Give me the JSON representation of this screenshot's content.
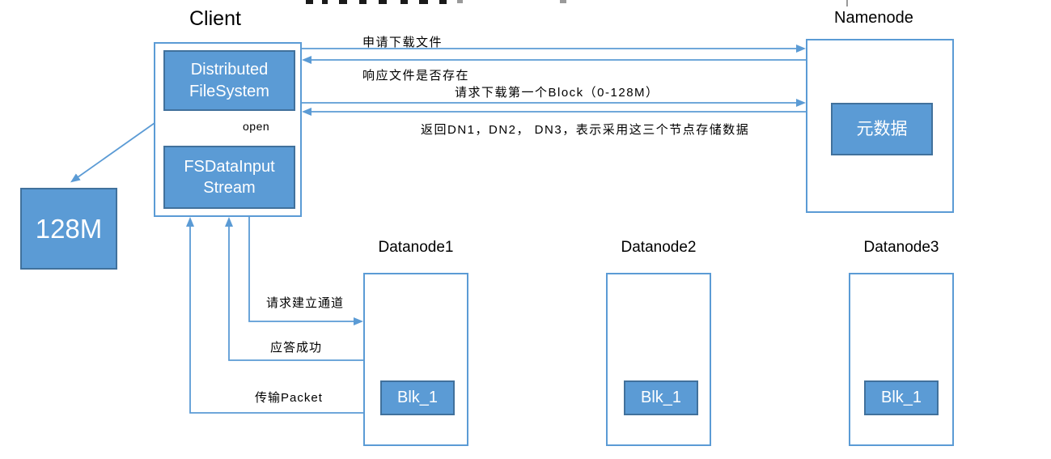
{
  "nodes": {
    "client": {
      "title": "Client",
      "distributed_filesystem": "Distributed\nFileSystem",
      "fs_data_input_stream": "FSDataInput\nStream"
    },
    "file_block": {
      "label": "128M"
    },
    "namenode": {
      "title": "Namenode",
      "metadata": "元数据"
    },
    "datanodes": [
      {
        "title": "Datanode1",
        "block": "Blk_1"
      },
      {
        "title": "Datanode2",
        "block": "Blk_1"
      },
      {
        "title": "Datanode3",
        "block": "Blk_1"
      }
    ]
  },
  "messages": {
    "open": "open",
    "request_download": "申请下载文件",
    "response_exists": "响应文件是否存在",
    "request_first_block": "请求下载第一个Block（0-128M）",
    "return_dn_list": "返回DN1，DN2， DN3，表示采用这三个节点存储数据",
    "request_channel": "请求建立通道",
    "ack_success": "应答成功",
    "transfer_packet": "传输Packet"
  },
  "colors": {
    "node_fill": "#5b9bd5",
    "node_border": "#41719c",
    "container_border": "#5b9bd5",
    "connector": "#5b9bd5",
    "label_text": "#000000",
    "node_text": "#ffffff"
  }
}
